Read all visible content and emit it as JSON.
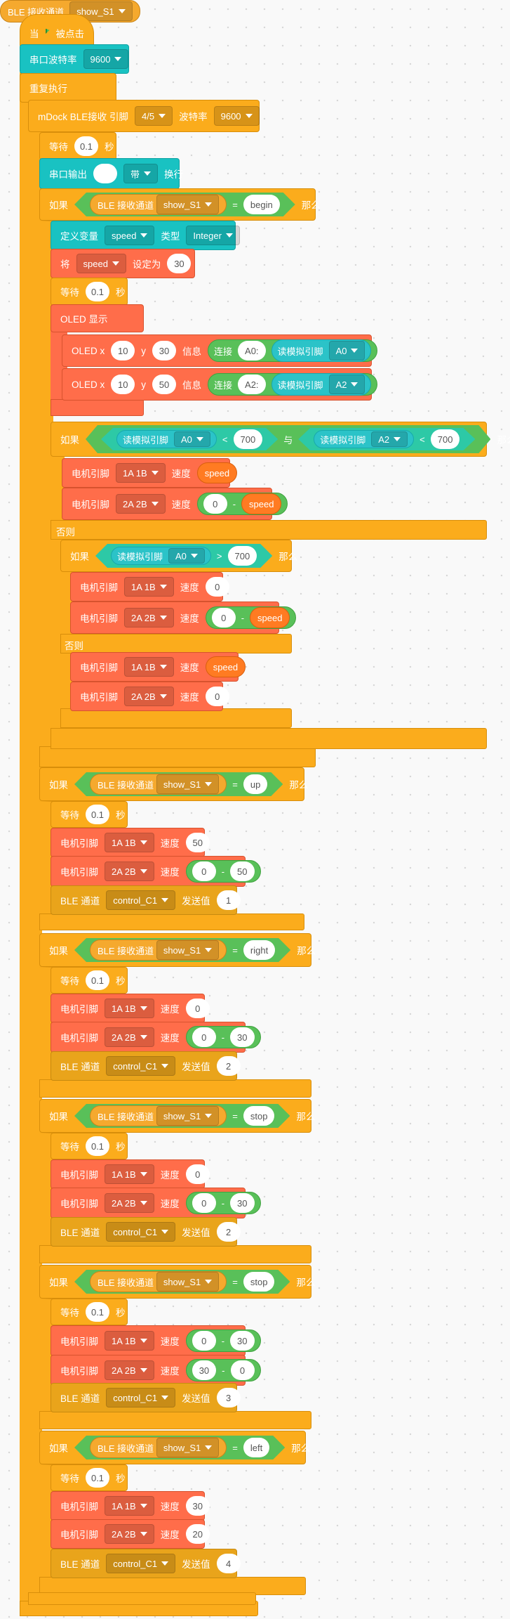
{
  "labels": {
    "when": "当",
    "clicked": "被点击",
    "serial_baud": "串口波特率",
    "forever": "重复执行",
    "ble_recv": "mDock BLE接收 引脚",
    "baud": "波特率",
    "ble_channel": "BLE 接收通道",
    "wait": "等待",
    "seconds": "秒",
    "serial_out": "串口输出",
    "with": "带",
    "newline": "换行",
    "if": "如果",
    "then": "那么",
    "else": "否则",
    "define_var": "定义变量",
    "type": "类型",
    "set": "将",
    "set_to": "设定为",
    "oled_show": "OLED 显示",
    "oled_x": "OLED x",
    "y": "y",
    "info": "信息",
    "join": "连接",
    "read_analog": "读模拟引脚",
    "and": "与",
    "motor_pin": "电机引脚",
    "speed": "速度",
    "ble_send_channel": "BLE 通道",
    "send_value": "发送值"
  },
  "values": {
    "baud_rate": "9600",
    "pins": "4/5",
    "channel": "show_S1",
    "wait": "0.1",
    "with_opt": "带",
    "begin": "begin",
    "var_name": "speed",
    "var_type": "Integer",
    "var_value": "30",
    "oled_x": "10",
    "oled_y1": "30",
    "oled_y2": "50",
    "a0_label": "A0:",
    "a2_label": "A2:",
    "pin_a0": "A0",
    "pin_a2": "A2",
    "threshold": "700",
    "lt": "<",
    "gt": ">",
    "eq": "=",
    "minus": "-",
    "motor_1": "1A 1B",
    "motor_2": "2A 2B",
    "zero": "0",
    "speed_var": "speed",
    "up": "up",
    "right": "right",
    "stop": "stop",
    "left": "left",
    "num_50": "50",
    "num_30": "30",
    "num_20": "20",
    "control": "control_C1",
    "send_1": "1",
    "send_2": "2",
    "send_3": "3",
    "send_4": "4"
  },
  "colors": {
    "events": "#fbac1c",
    "serial": "#19c2c2",
    "motor": "#ff6d4a",
    "ble": "#e9a41b",
    "operator": "#59c059"
  }
}
